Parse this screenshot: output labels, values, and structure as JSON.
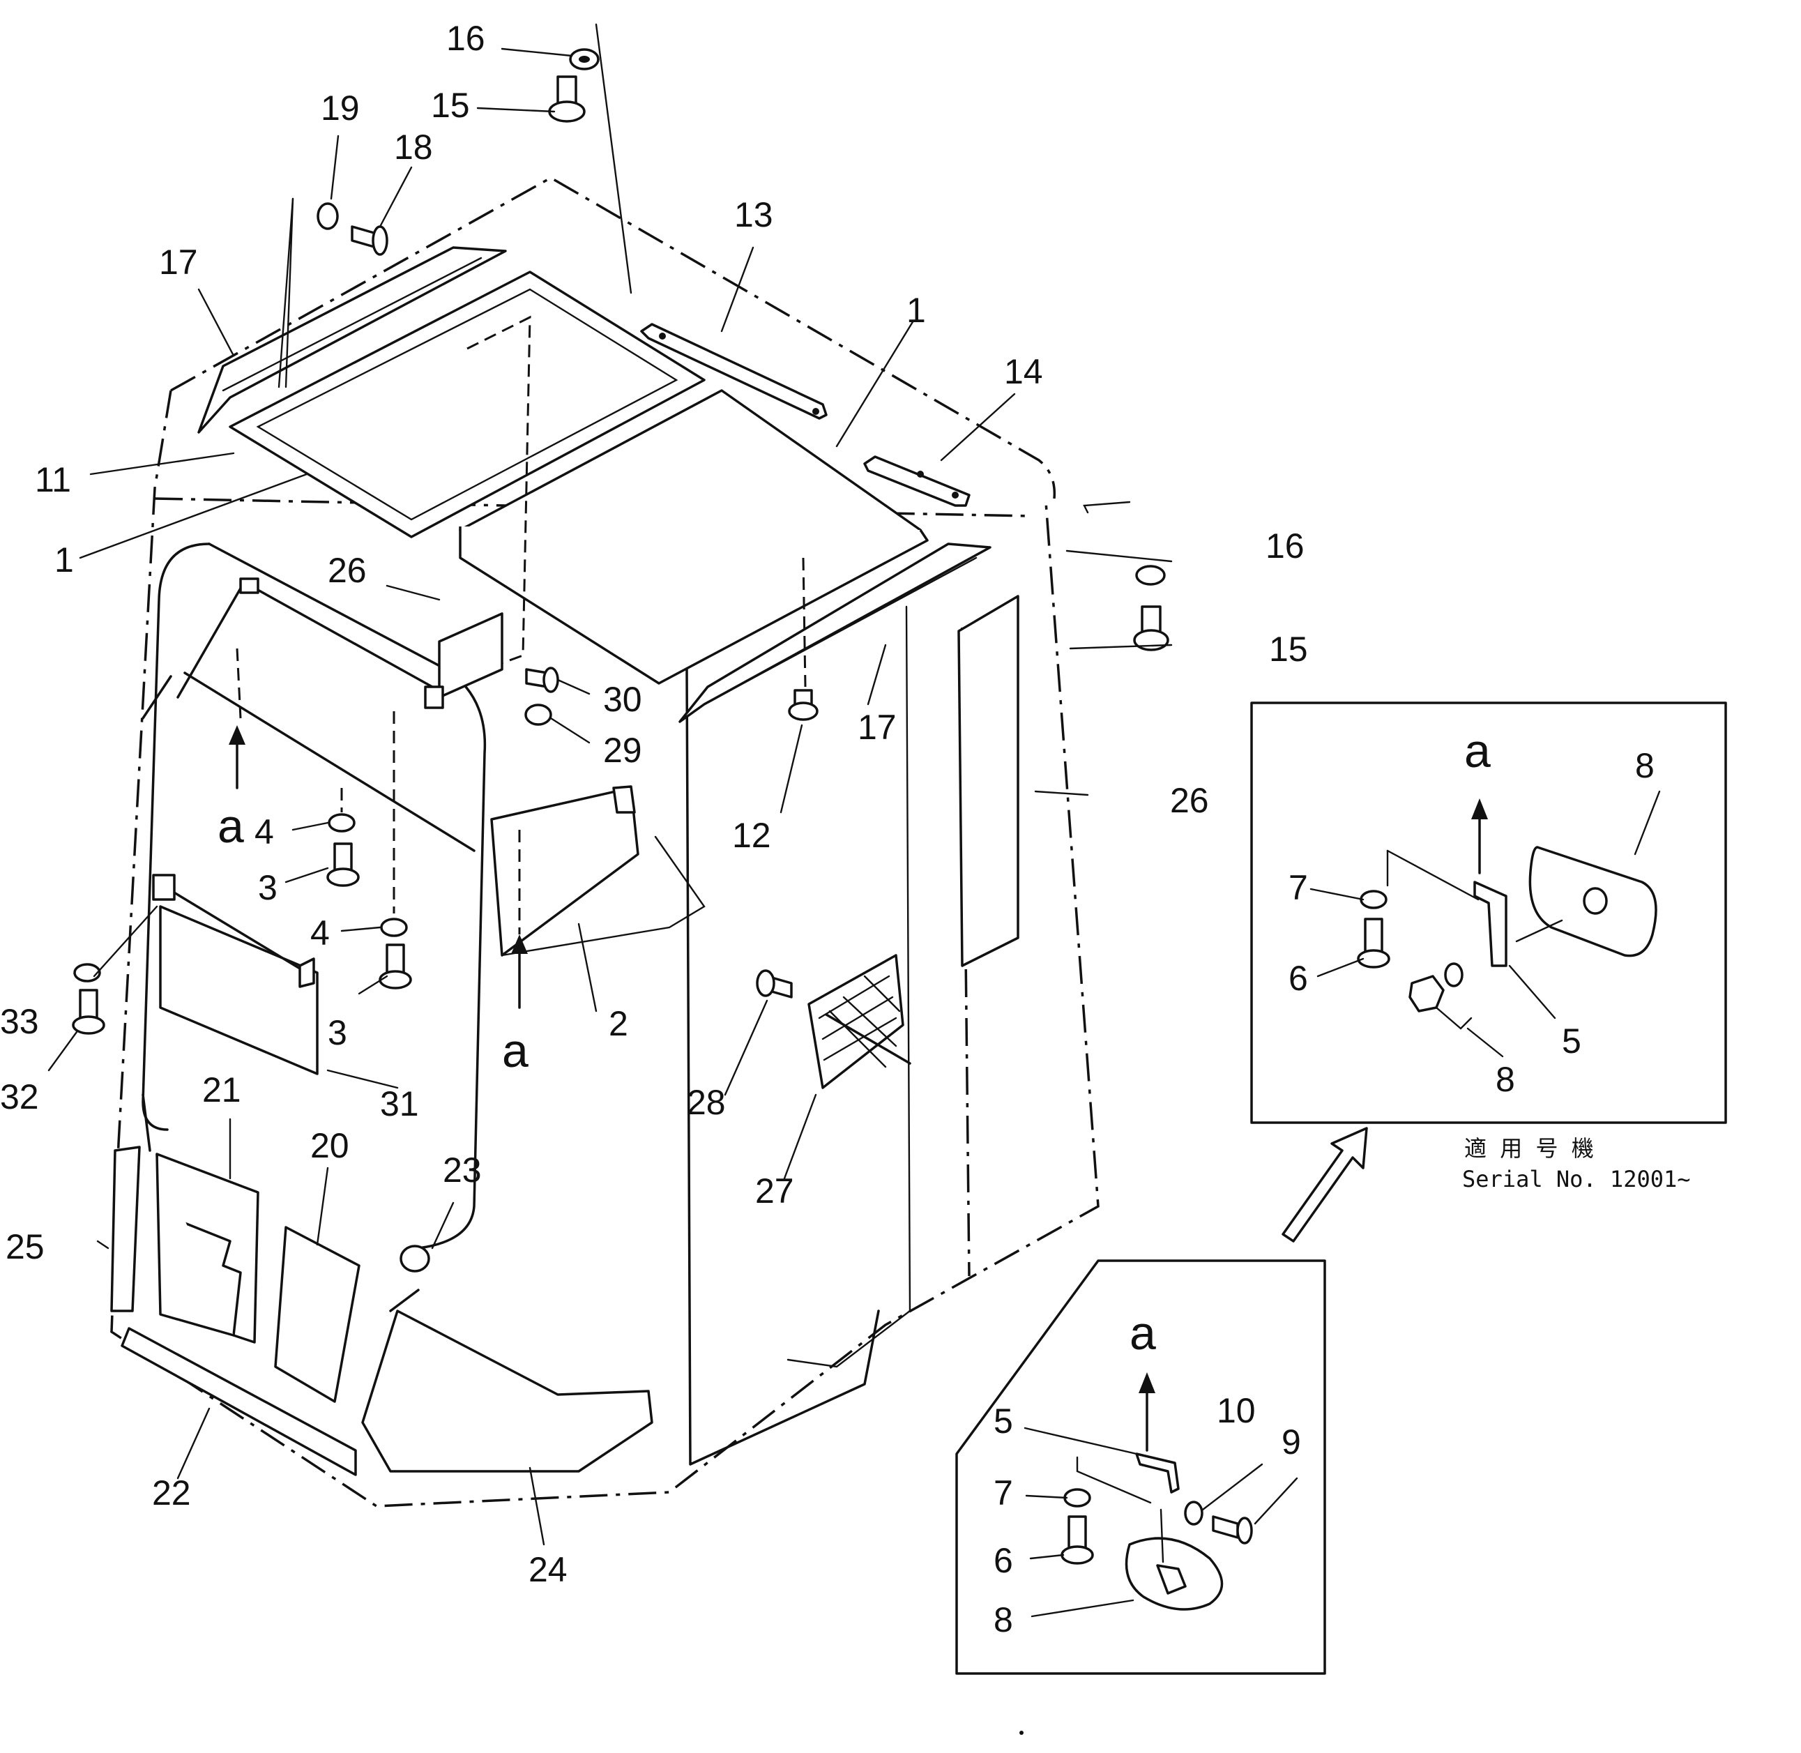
{
  "callouts": {
    "n1a": "1",
    "n1b": "1",
    "n2": "2",
    "n3a": "3",
    "n3b": "3",
    "n4a": "4",
    "n4b": "4",
    "n11": "11",
    "n12": "12",
    "n13": "13",
    "n14": "14",
    "n15a": "15",
    "n15b": "15",
    "n16a": "16",
    "n16b": "16",
    "n17a": "17",
    "n17b": "17",
    "n18": "18",
    "n19": "19",
    "n20": "20",
    "n21": "21",
    "n22": "22",
    "n23": "23",
    "n24": "24",
    "n25": "25",
    "n26a": "26",
    "n26b": "26",
    "n27": "27",
    "n28": "28",
    "n29": "29",
    "n30": "30",
    "n31": "31",
    "n32": "32",
    "n33": "33",
    "d1_a": "a",
    "d1_5": "5",
    "d1_6": "6",
    "d1_7": "7",
    "d1_8a": "8",
    "d1_8b": "8",
    "d2_a": "a",
    "d2_5": "5",
    "d2_6": "6",
    "d2_7": "7",
    "d2_8": "8",
    "d2_9": "9",
    "d2_10": "10"
  },
  "view_markers": {
    "left": "a",
    "center": "a"
  },
  "serial_note": {
    "line1": "適 用 号 機",
    "line2": "Serial No. 12001~"
  }
}
